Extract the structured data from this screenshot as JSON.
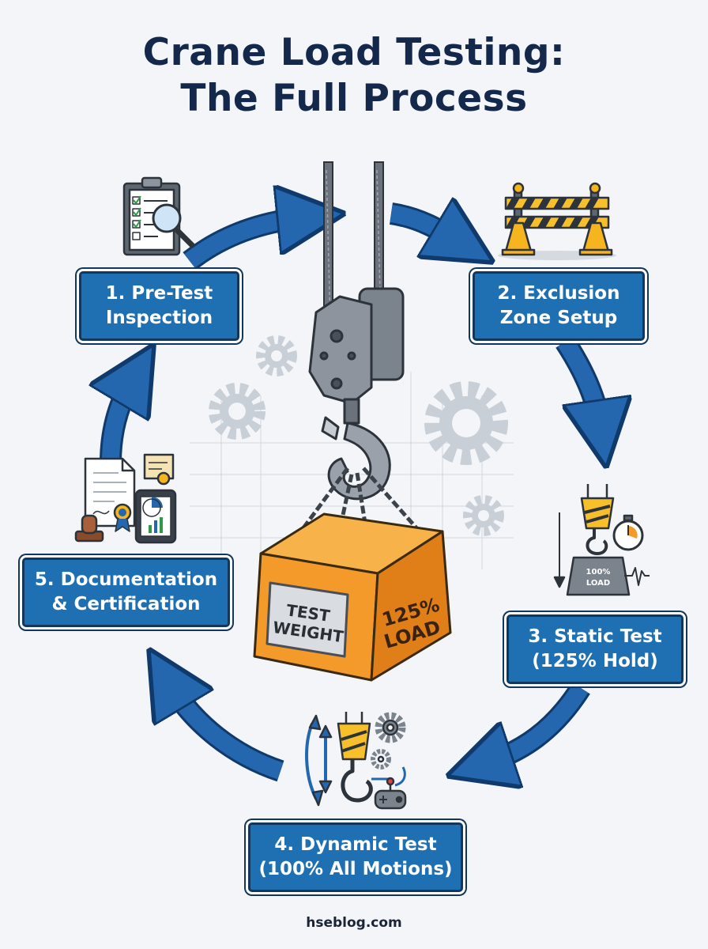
{
  "title": {
    "line1": "Crane Load Testing:",
    "line2": "The Full Process"
  },
  "steps": [
    {
      "line1": "1. Pre-Test",
      "line2": "Inspection"
    },
    {
      "line1": "2. Exclusion",
      "line2": "Zone Setup"
    },
    {
      "line1": "3. Static Test",
      "line2": "(125% Hold)"
    },
    {
      "line1": "4. Dynamic Test",
      "line2": "(100% All Motions)"
    },
    {
      "line1": "5. Documentation",
      "line2": "& Certification"
    }
  ],
  "weight": {
    "front_label_line1": "TEST",
    "front_label_line2": "WEIGHT",
    "side_label_line1": "125%",
    "side_label_line2": "LOAD"
  },
  "static_icon": {
    "weight_label_line1": "100%",
    "weight_label_line2": "LOAD"
  },
  "footer": "hseblog.com",
  "colors": {
    "navy": "#14284b",
    "step_blue": "#1f6fb3",
    "arrow_blue": "#2467ae",
    "weight_orange": "#f39a2b",
    "hazard_yellow": "#f7c02a"
  }
}
